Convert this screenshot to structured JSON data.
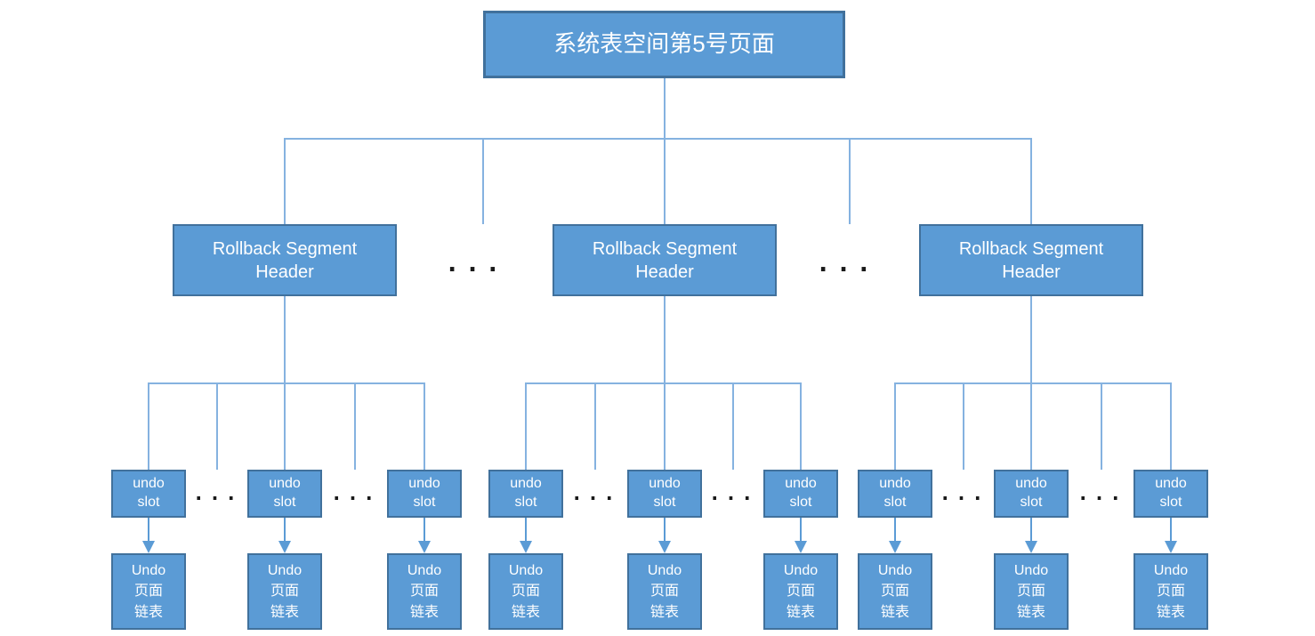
{
  "diagram": {
    "nodes": {
      "root": "系统表空间第5号页面",
      "rollback_header": "Rollback Segment\nHeader",
      "undo_slot": "undo\nslot",
      "undo_page_list": "Undo\n页面\n链表"
    },
    "ellipsis": "...",
    "colors": {
      "box_fill": "#5b9bd5",
      "box_border": "#41719c",
      "connector": "#85b2e0",
      "arrow": "#5b9bd5",
      "text_color": "#ffffff",
      "dots": "#1a1a1a",
      "background": "#ffffff"
    }
  }
}
